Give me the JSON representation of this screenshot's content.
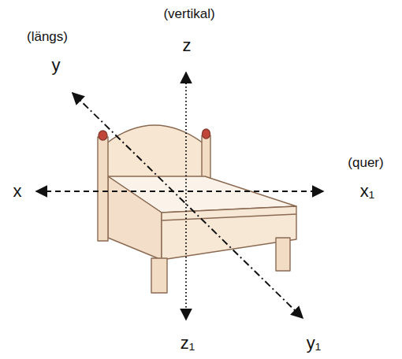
{
  "diagram": {
    "labels": [
      "(vertikal)",
      "(längs)",
      "z",
      "y",
      "(quer)",
      "x",
      "x₁",
      "z₁",
      "y₁"
    ]
  }
}
